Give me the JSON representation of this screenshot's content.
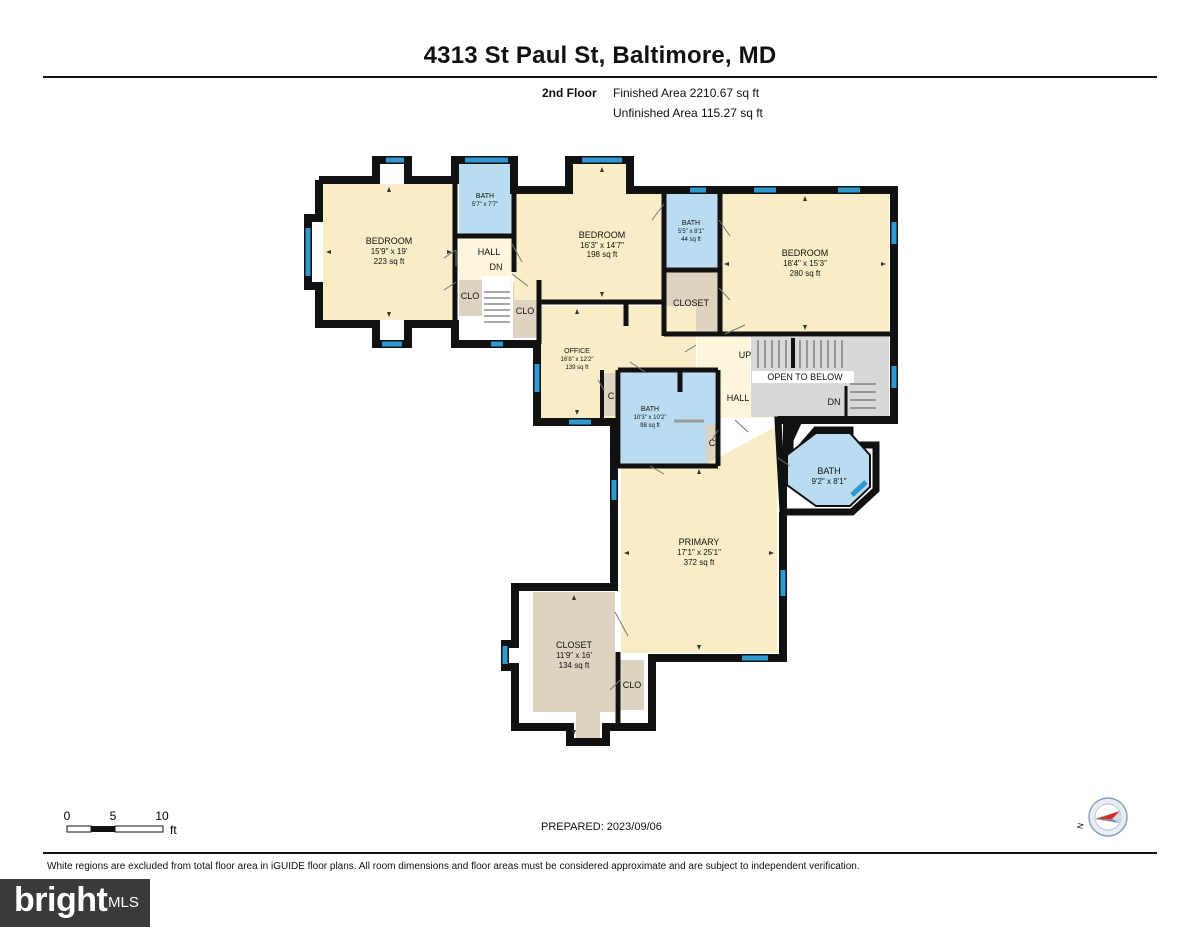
{
  "header": {
    "title": "4313 St Paul St, Baltimore, MD",
    "floor_label": "2nd Floor",
    "finished_area": "Finished Area 2210.67 sq ft",
    "unfinished_area": "Unfinished Area 115.27 sq ft"
  },
  "rooms": {
    "bedroom1": {
      "name": "BEDROOM",
      "dims": "15'9\" x 19'",
      "area": "223 sq ft"
    },
    "bath1": {
      "name": "BATH",
      "dims": "5'7\" x 7'7\""
    },
    "hall1": {
      "name": "HALL"
    },
    "dn1": {
      "name": "DN"
    },
    "clo1": {
      "name": "CLO"
    },
    "clo2": {
      "name": "CLO"
    },
    "bedroom2": {
      "name": "BEDROOM",
      "dims": "16'3\" x 14'7\"",
      "area": "198 sq ft"
    },
    "bath2": {
      "name": "BATH",
      "dims": "5'5\" x 8'1\"",
      "area": "44 sq ft"
    },
    "bedroom3": {
      "name": "BEDROOM",
      "dims": "18'4\" x 15'3\"",
      "area": "280 sq ft"
    },
    "closet1": {
      "name": "CLOSET"
    },
    "office": {
      "name": "OFFICE",
      "dims": "16'8\" x 12'2\"",
      "area": "139 sq ft"
    },
    "c1": {
      "name": "C"
    },
    "c2": {
      "name": "C"
    },
    "bath3": {
      "name": "BATH",
      "dims": "10'3\" x 10'2\"",
      "area": "98 sq ft"
    },
    "up": {
      "name": "UP"
    },
    "open_below": {
      "name": "OPEN TO BELOW"
    },
    "hall2": {
      "name": "HALL"
    },
    "dn2": {
      "name": "DN"
    },
    "bath4": {
      "name": "BATH",
      "dims": "9'2\" x 8'1\""
    },
    "primary": {
      "name": "PRIMARY",
      "dims": "17'1\" x 25'1\"",
      "area": "372 sq ft"
    },
    "closet2": {
      "name": "CLOSET",
      "dims": "11'9\" x 16'",
      "area": "134 sq ft"
    },
    "clo3": {
      "name": "CLO"
    }
  },
  "scale_bar": {
    "tick0": "0",
    "tick5": "5",
    "tick10": "10",
    "unit": "ft"
  },
  "prepared": "PREPARED: 2023/09/06",
  "compass_label": "N",
  "disclaimer": "White regions are excluded from total floor area in iGUIDE floor plans. All room dimensions and floor areas must be considered approximate and are subject to independent verification.",
  "watermark": {
    "brand": "bright",
    "suffix": "MLS"
  },
  "colors": {
    "wall": "#111111",
    "bedroom": "#f8edc6",
    "bath": "#b9dcf1",
    "closet": "#ded2c1",
    "hall": "#fdf6dc",
    "stairs": "#d8d8d8",
    "window": "#2f98d0"
  }
}
